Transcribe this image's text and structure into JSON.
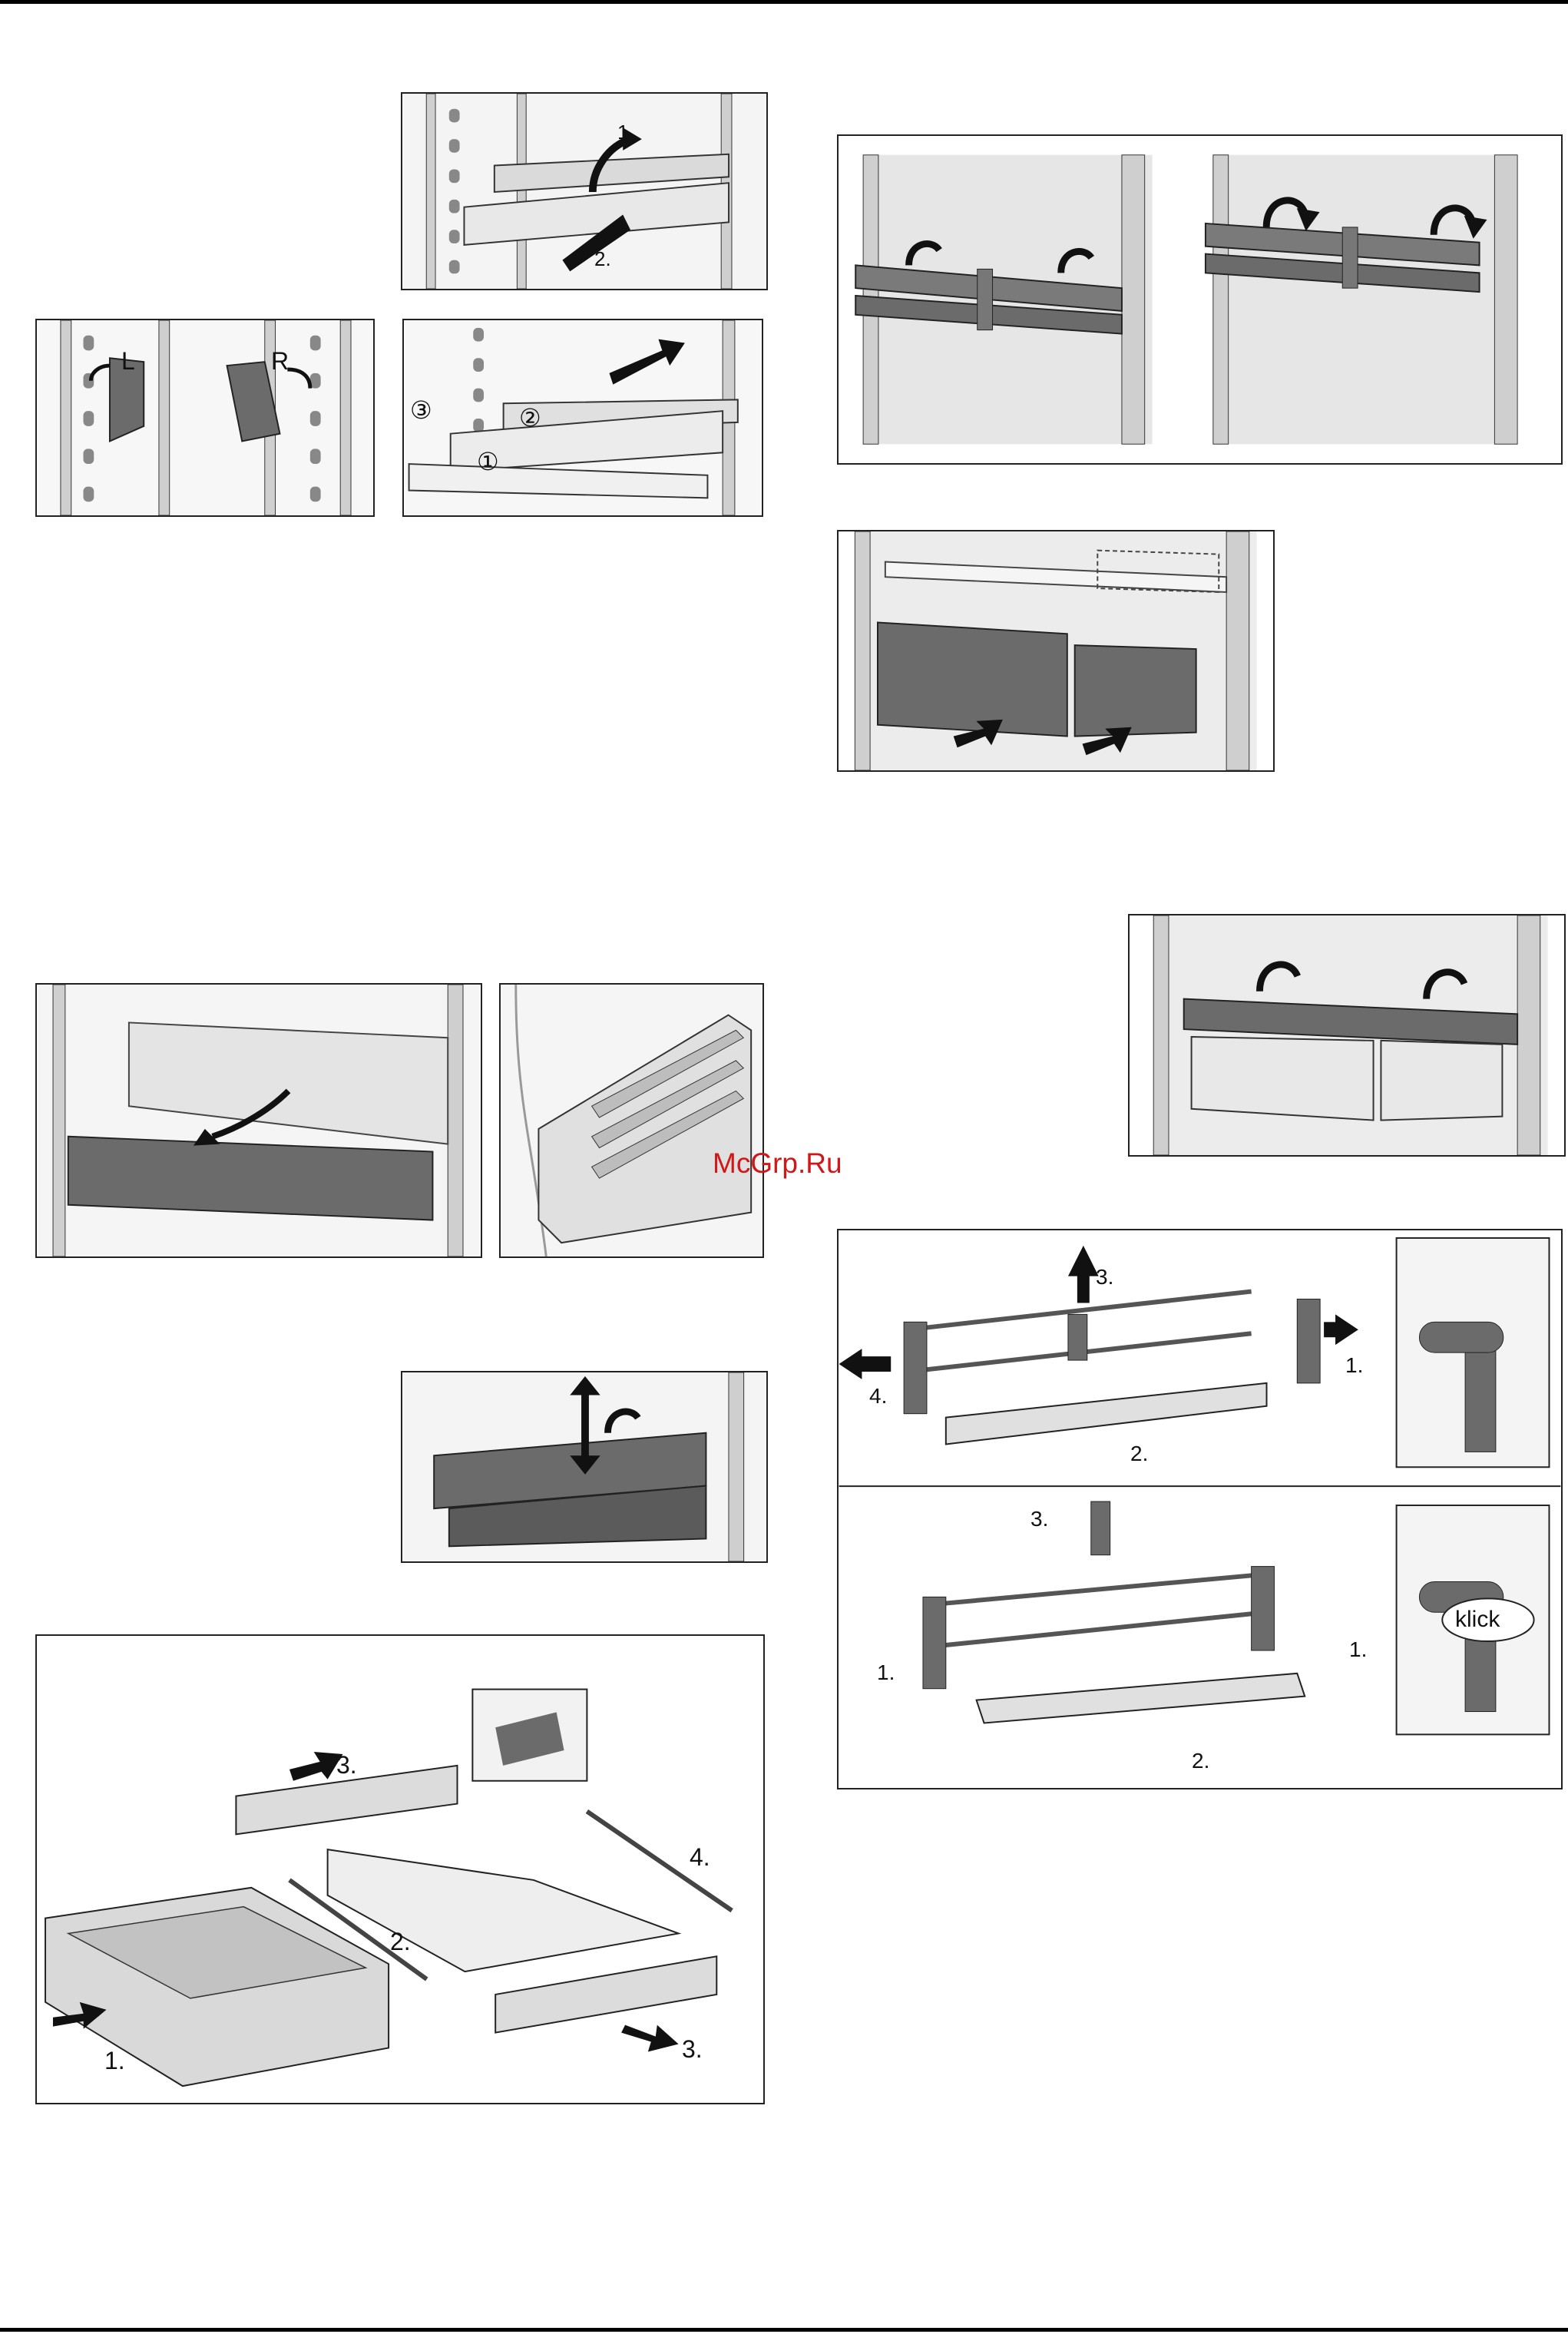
{
  "page": {
    "watermark": "McGrp.Ru"
  },
  "shelf_fig": {
    "step1": "1.",
    "step2": "2.",
    "left_label": "L",
    "right_label": "R",
    "part1": "①",
    "part2": "②",
    "part3": "③"
  },
  "drawer_fig": {
    "steps": [
      "1.",
      "2.",
      "3.",
      "4.",
      "3."
    ]
  },
  "rail_fig": {
    "remove_steps": [
      "3.",
      "4.",
      "1.",
      "2."
    ],
    "install_steps": [
      "3.",
      "1.",
      "1.",
      "2."
    ],
    "klick": "klick"
  },
  "colors": {
    "part_dark": "#6b6b6b",
    "panel_light": "#e2e2e2",
    "frame": "#222222",
    "watermark": "#d01818"
  }
}
